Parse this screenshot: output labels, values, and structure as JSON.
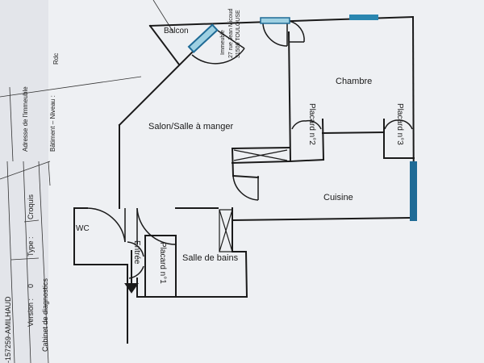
{
  "rooms": {
    "balcon": "Balcon",
    "chambre": "Chambre",
    "salon": "Salon/Salle à manger",
    "cuisine": "Cuisine",
    "wc": "WC",
    "salle_de_bains": "Salle de bains",
    "placard_1": "Placard n°1",
    "placard_2": "Placard n°2",
    "placard_3": "Placard n°3",
    "entree": "Entrée"
  },
  "cartouche": {
    "reference": "-157259-AMILHAUD",
    "version_label": "Version :",
    "version_value": "0",
    "type_label": "Type :",
    "type_value": "Croquis",
    "cabinet_label": "Cabinet de diagnostics",
    "adresse_label": "Adresse de l'immeuble",
    "adresse_line1": "Immeuble",
    "adresse_line2": "27 rue Jean Micoud",
    "adresse_line3": "31500 TOULOUSE",
    "batiment_label": "Bâtiment – Niveau :",
    "batiment_value": "Rdc"
  },
  "colors": {
    "paper": "#f4f5f7",
    "wall": "#1a1a1a",
    "window_blue": "#2a86b0",
    "window_dark_blue": "#1f6b96",
    "window_light": "#9ed0e2"
  }
}
